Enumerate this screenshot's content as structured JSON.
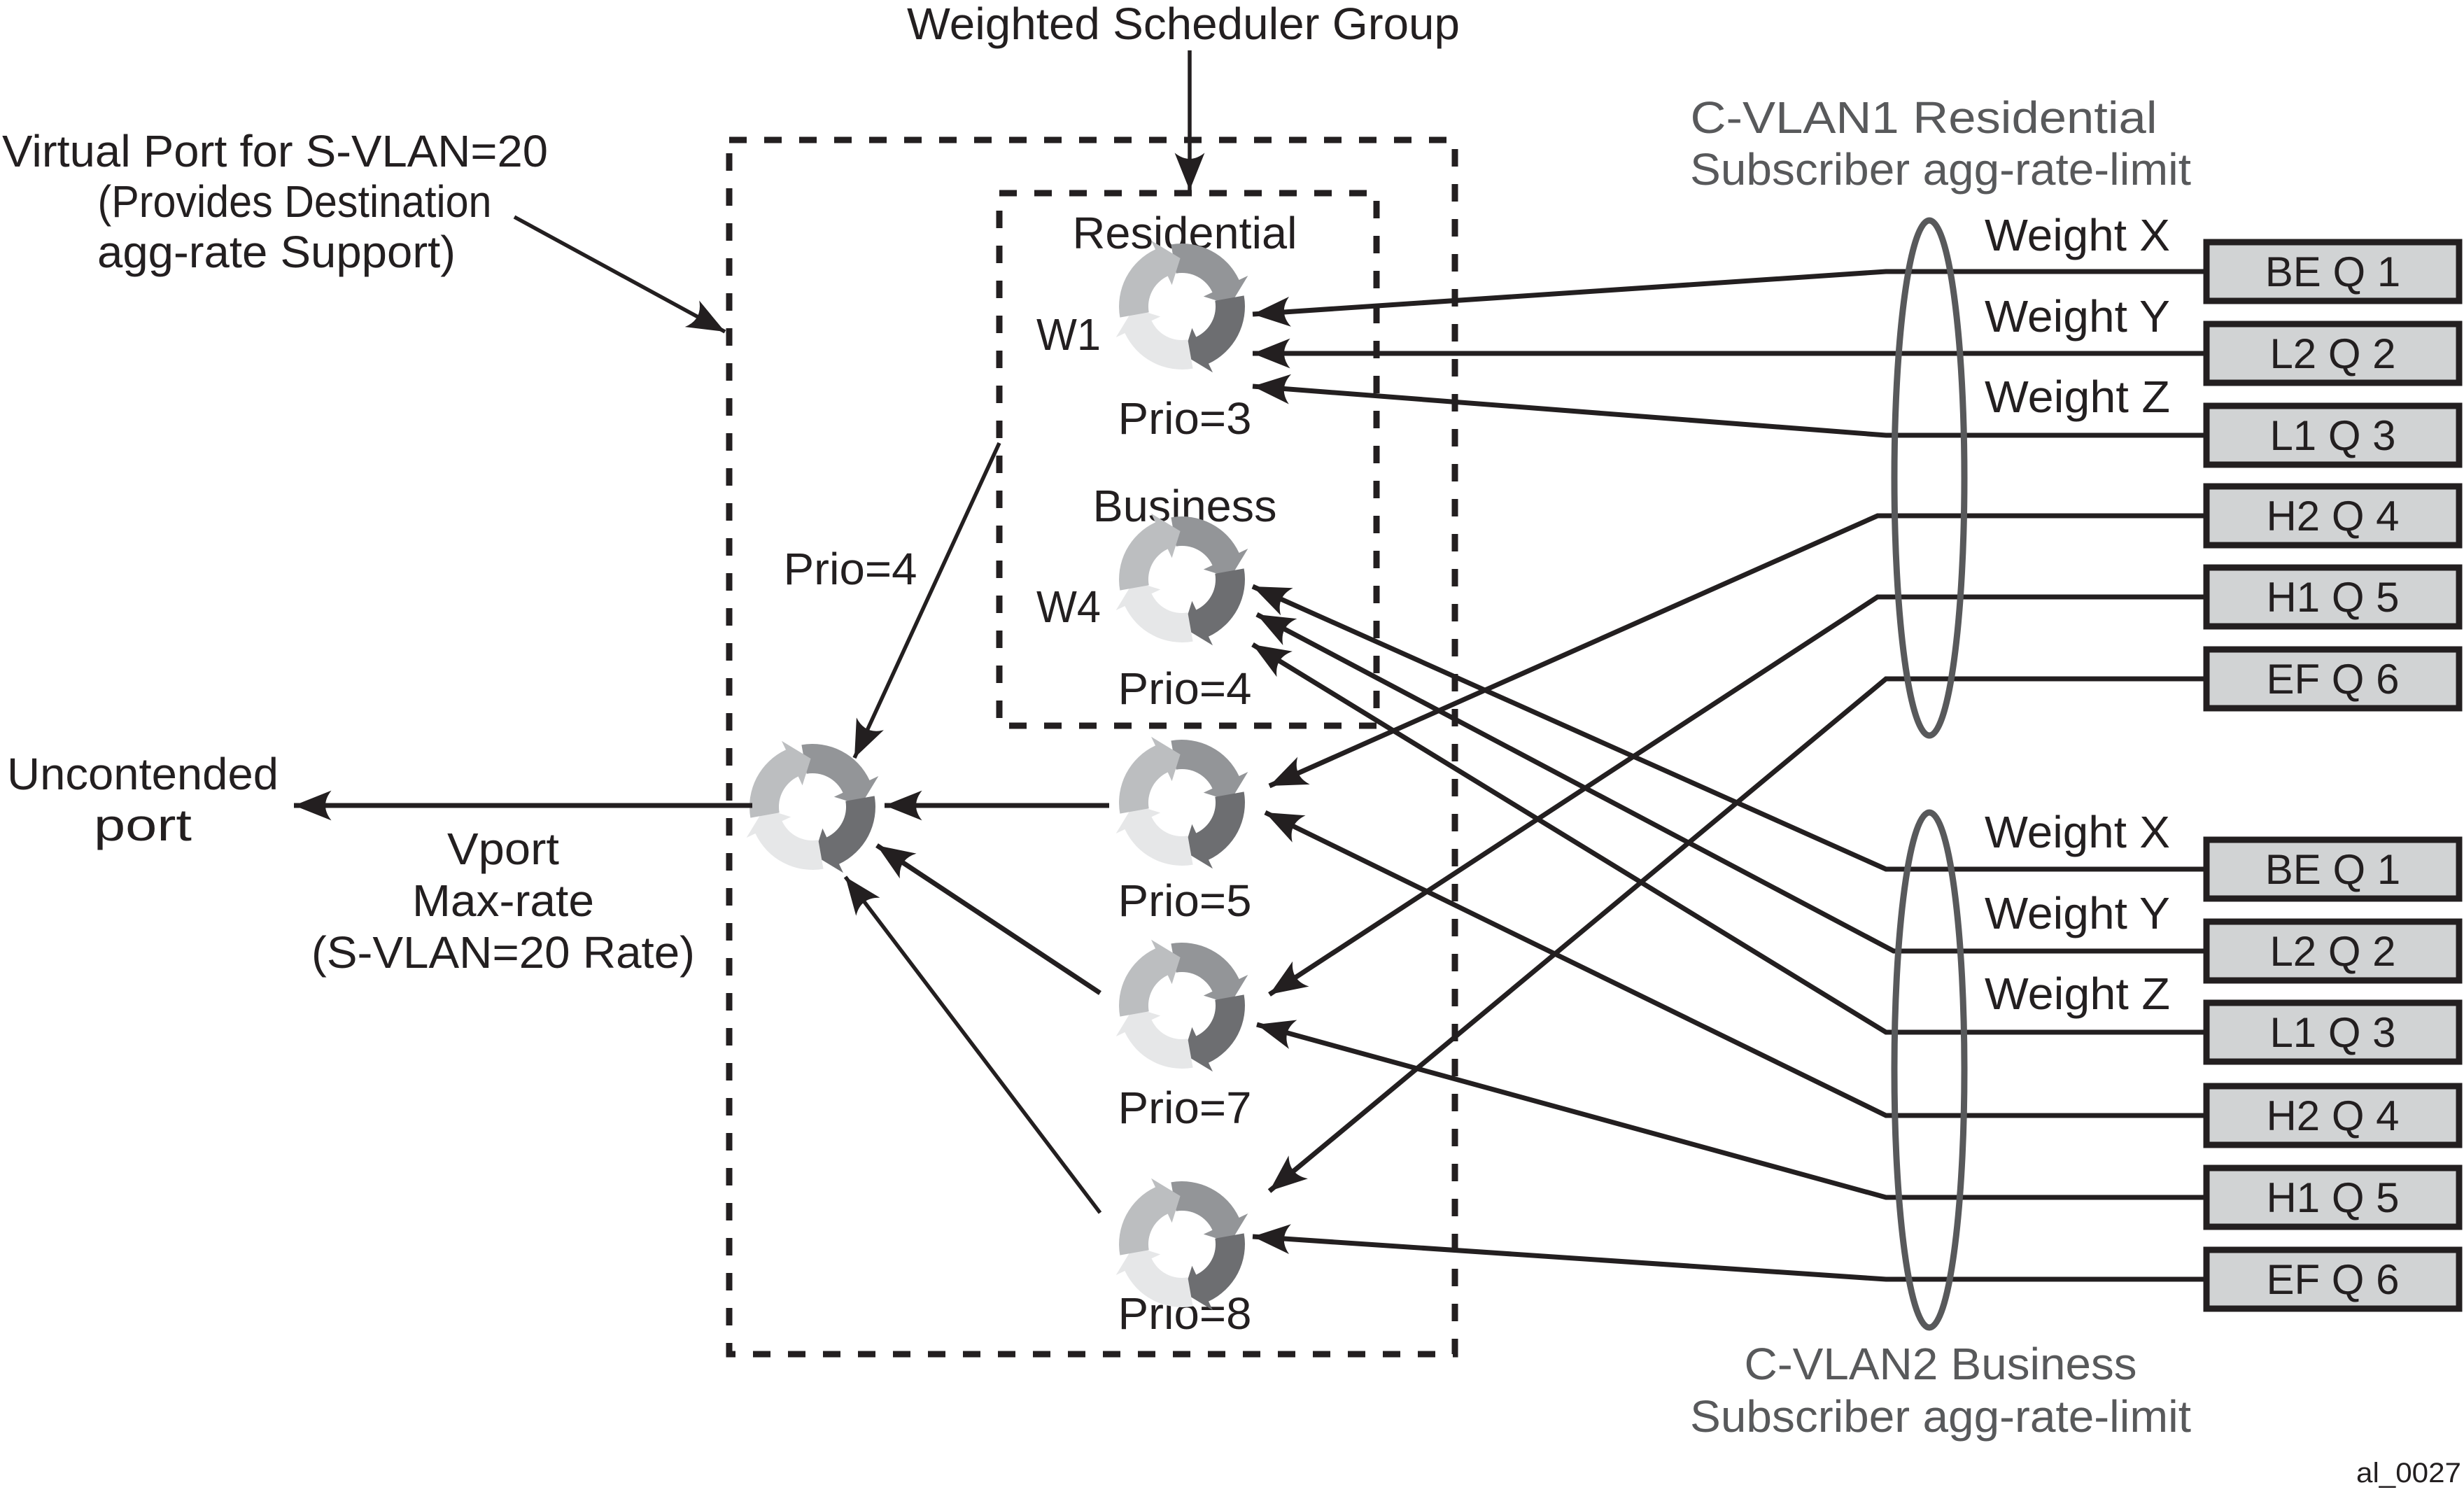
{
  "title": "Weighted Scheduler Group",
  "virtual_port": {
    "lines": [
      "Virtual Port for S-VLAN=20",
      "(Provides Destination",
      "agg-rate Support)"
    ]
  },
  "uncontended_port": {
    "lines": [
      "Uncontended",
      "port"
    ]
  },
  "vport_rate": {
    "lines": [
      "Vport",
      "Max-rate",
      "(S-VLAN=20 Rate)"
    ]
  },
  "vport_scheduler": {
    "prio_label": "Prio=4"
  },
  "scheduler_group": {
    "residential": {
      "name": "Residential",
      "weight": "W1",
      "prio": "Prio=3"
    },
    "business": {
      "name": "Business",
      "weight": "W4",
      "prio": "Prio=4"
    }
  },
  "strict_schedulers": {
    "prio5": "Prio=5",
    "prio7": "Prio=7",
    "prio8": "Prio=8"
  },
  "subscribers": [
    {
      "id": "cvlan1",
      "title_lines": [
        "C-VLAN1 Residential",
        "Subscriber agg-rate-limit"
      ],
      "weights": [
        "Weight X",
        "Weight Y",
        "Weight Z"
      ],
      "queues": [
        {
          "label": "BE Q 1",
          "target": "residential"
        },
        {
          "label": "L2 Q 2",
          "target": "residential"
        },
        {
          "label": "L1 Q 3",
          "target": "residential"
        },
        {
          "label": "H2 Q 4",
          "target": "prio5"
        },
        {
          "label": "H1 Q 5",
          "target": "prio7"
        },
        {
          "label": "EF Q 6",
          "target": "prio8"
        }
      ]
    },
    {
      "id": "cvlan2",
      "title_lines": [
        "C-VLAN2 Business",
        "Subscriber agg-rate-limit"
      ],
      "weights": [
        "Weight X",
        "Weight Y",
        "Weight Z"
      ],
      "queues": [
        {
          "label": "BE Q 1",
          "target": "business"
        },
        {
          "label": "L2 Q 2",
          "target": "business"
        },
        {
          "label": "L1 Q 3",
          "target": "business"
        },
        {
          "label": "H2 Q 4",
          "target": "prio5"
        },
        {
          "label": "H1 Q 5",
          "target": "prio7"
        },
        {
          "label": "EF Q 6",
          "target": "prio8"
        }
      ]
    }
  ],
  "figure_id": "al_0027",
  "colors": {
    "line": "#231f20",
    "subscriber_outline": "#58595b",
    "queue_fill": "#d1d3d4",
    "scheduler_arrows": [
      "#939598",
      "#6d6e71",
      "#e6e7e8",
      "#bcbec0"
    ]
  }
}
